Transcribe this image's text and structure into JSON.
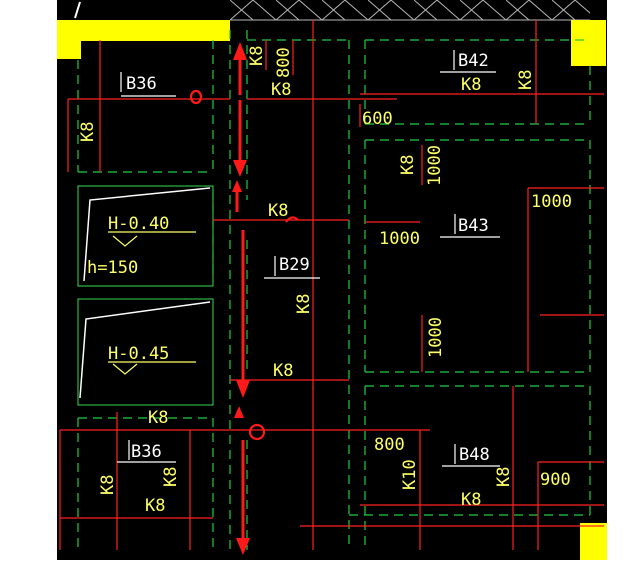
{
  "colors": {
    "background": "#000000",
    "page": "#ffffff",
    "yellow_fill": "#ffff00",
    "text_yellow": "#ffff66",
    "red_line": "#ff2020",
    "green_dash": "#22cc44",
    "green_solid": "#33dd55",
    "white_line": "#ffffff",
    "gray_pattern": "#b8b8b8",
    "annotation_red": "#ff1a1a"
  },
  "labels": {
    "k8_top_vertical": "K8",
    "dim_800_top": "800",
    "k8_top_horizontal": "K8",
    "b36_top": "B36",
    "k8_left_upper": "K8",
    "b42": "B42",
    "k8_b42": "K8",
    "k8_b42_vertical": "K8",
    "dim_600": "600",
    "k8_mid_vertical": "K8",
    "dim_1000_mid_vertical": "1000",
    "dim_1000_right": "1000",
    "h_040": "H-0.40",
    "h150": "h=150",
    "k8_center_line": "K8",
    "b29": "B29",
    "dim_1000_center": "1000",
    "b43": "B43",
    "k8_b29_vertical": "K8",
    "dim_1000_lower_vertical": "1000",
    "h_045": "H-0.45",
    "k8_lower_center": "K8",
    "k8_lower_left": "K8",
    "b36_bottom": "B36",
    "k8_b36_left_vertical": "K8",
    "k8_b36_right_vertical": "K8",
    "k8_b36_bottom": "K8",
    "dim_800_bottom": "800",
    "b48": "B48",
    "k10_vertical": "K10",
    "k8_b48_vertical": "K8",
    "k8_b48_bottom": "K8",
    "dim_900": "900"
  }
}
